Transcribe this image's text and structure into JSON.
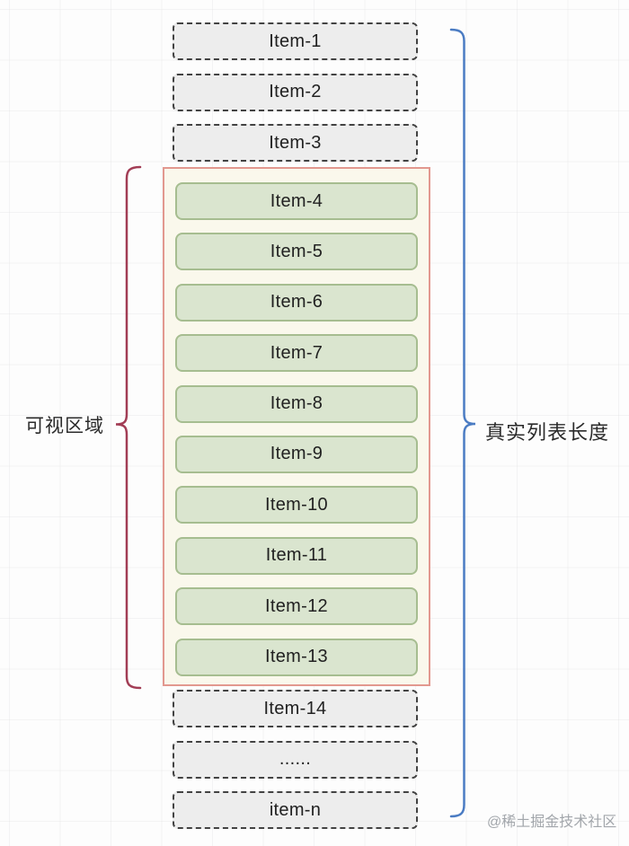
{
  "diagram": {
    "left_brace_label": "可视区域",
    "right_brace_label": "真实列表长度"
  },
  "list": {
    "above_viewport": [
      "Item-1",
      "Item-2",
      "Item-3"
    ],
    "in_viewport": [
      "Item-4",
      "Item-5",
      "Item-6",
      "Item-7",
      "Item-8",
      "Item-9",
      "Item-10",
      "Item-11",
      "Item-12",
      "Item-13"
    ],
    "below_viewport": [
      "Item-14",
      "......",
      "item-n"
    ]
  },
  "watermark": "@稀土掘金技术社区",
  "colors": {
    "visible_item_bg": "#dae5cf",
    "visible_item_border": "#a6bd90",
    "viewport_bg": "#faf8ec",
    "viewport_border": "#e2988f",
    "outside_item_bg": "#ededed",
    "outside_item_border": "#424242",
    "left_brace": "#a23d55",
    "right_brace": "#4b7cc3",
    "label_text": "#2b2b2b",
    "watermark_text": "#a2a6ab"
  }
}
